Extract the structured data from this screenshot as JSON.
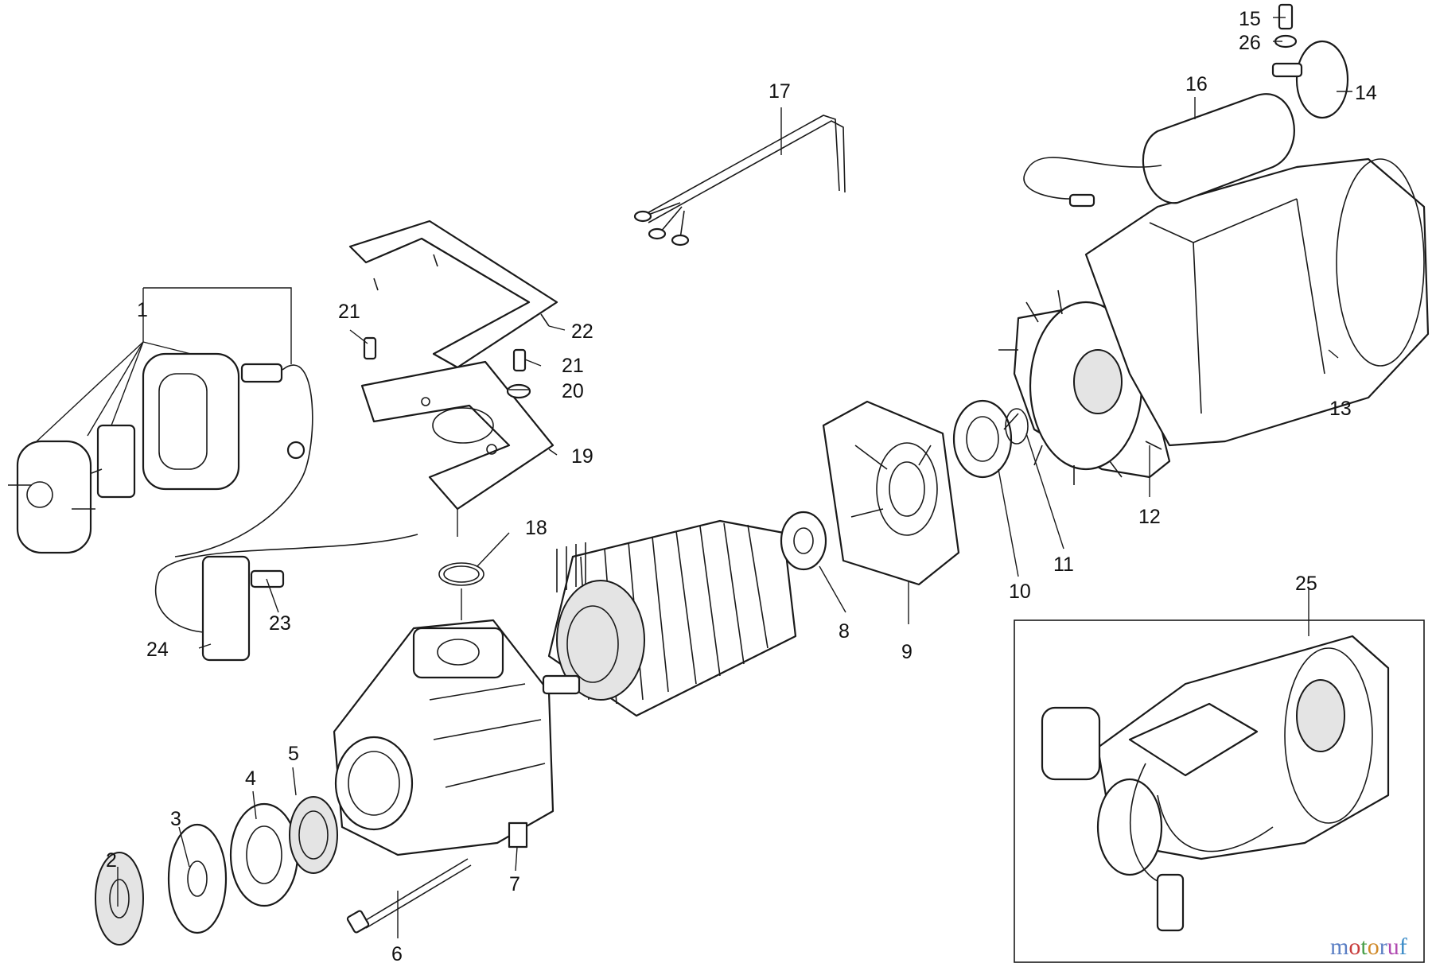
{
  "callouts": {
    "c1": "1",
    "c2": "2",
    "c3": "3",
    "c4": "4",
    "c5": "5",
    "c6": "6",
    "c7": "7",
    "c8": "8",
    "c9": "9",
    "c10": "10",
    "c11": "11",
    "c12": "12",
    "c13": "13",
    "c14": "14",
    "c15": "15",
    "c16": "16",
    "c17": "17",
    "c18": "18",
    "c19": "19",
    "c20": "20",
    "c21a": "21",
    "c21b": "21",
    "c22": "22",
    "c23": "23",
    "c24": "24",
    "c25": "25",
    "c26": "26"
  },
  "watermark": {
    "m": "m",
    "o1": "o",
    "t": "t",
    "o2": "o",
    "r": "r",
    "u": "u",
    "f": "f"
  }
}
